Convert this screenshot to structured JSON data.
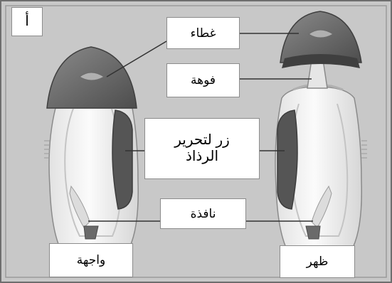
{
  "panel_letter": "أ",
  "labels": {
    "cover": "غطاء",
    "nozzle": "فوهة",
    "release_button": "زر لتحرير\nالرذاذ",
    "window": "نافذة",
    "front": "واجهة",
    "back": "ظهر"
  },
  "colors": {
    "background": "#c8c8c8",
    "frame": "#6e6e6e",
    "body_light": "#f4f4f4",
    "body_shade": "#d9d9d9",
    "cap_dark": "#5f5f5f",
    "button_dark": "#555555",
    "leader_line": "#333333"
  }
}
